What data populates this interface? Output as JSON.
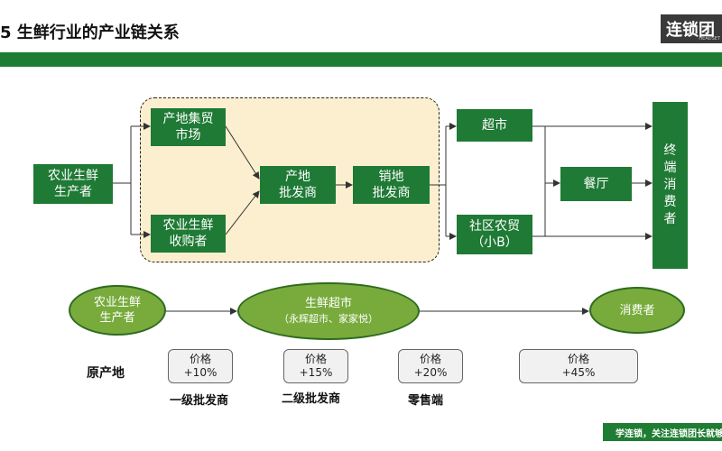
{
  "header": {
    "title": "5 生鲜行业的产业链关系",
    "logo_text": "连锁团",
    "logo_subtext": "HEADSET"
  },
  "chain": {
    "producer": "农业生鲜\n生产者",
    "market": "产地集贸\n市场",
    "buyer": "农业生鲜\n收购者",
    "origin_wholesaler": "产地\n批发商",
    "sales_wholesaler": "销地\n批发商",
    "supermarket": "超市",
    "community_store": "社区农贸\n（小B）",
    "restaurant": "餐厅",
    "consumer": "终\n端\n消\n费\n者"
  },
  "flow": {
    "producer": "农业生鲜\n生产者",
    "supermarket_title": "生鲜超市",
    "supermarket_sub": "（永辉超市、家家悦）",
    "consumer": "消费者"
  },
  "prices": {
    "origin_label": "原产地",
    "items": [
      {
        "label": "价格",
        "value": "+10%",
        "caption": "一级批发商"
      },
      {
        "label": "价格",
        "value": "+15%",
        "caption": "二级批发商"
      },
      {
        "label": "价格",
        "value": "+20%",
        "caption": "零售端"
      },
      {
        "label": "价格",
        "value": "+45%",
        "caption": ""
      }
    ]
  },
  "footer": {
    "text": "学连锁，关注连锁团长就够了"
  }
}
